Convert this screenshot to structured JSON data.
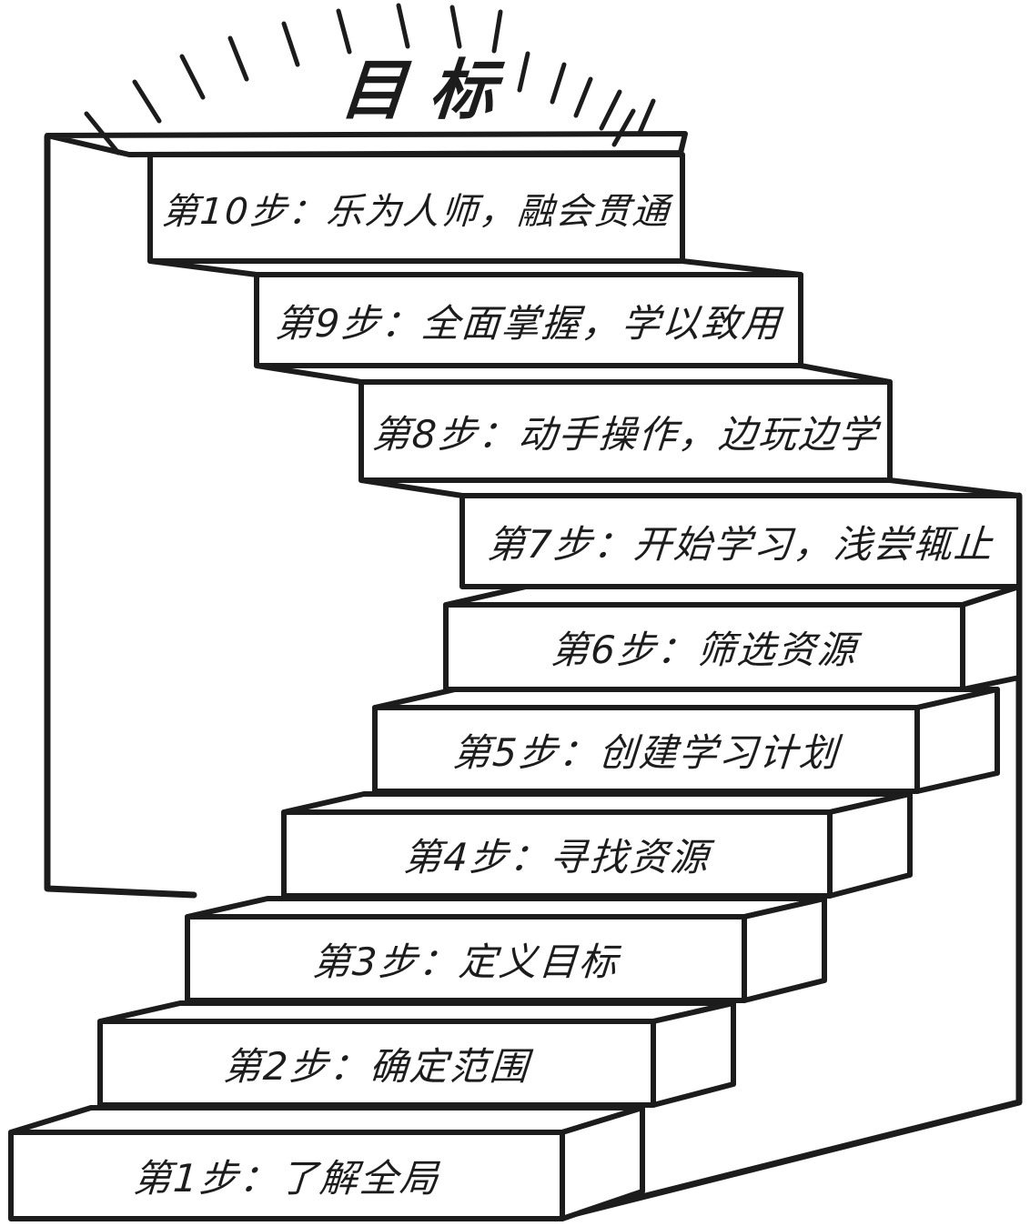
{
  "title": "目标",
  "steps": [
    {
      "id": 1,
      "label": "第1步：了解全局"
    },
    {
      "id": 2,
      "label": "第2步：确定范围"
    },
    {
      "id": 3,
      "label": "第3步：定义目标"
    },
    {
      "id": 4,
      "label": "第4步：寻找资源"
    },
    {
      "id": 5,
      "label": "第5步：创建学习计划"
    },
    {
      "id": 6,
      "label": "第6步：筛选资源"
    },
    {
      "id": 7,
      "label": "第7步：开始学习，浅尝辄止"
    },
    {
      "id": 8,
      "label": "第8步：动手操作，边玩边学"
    },
    {
      "id": 9,
      "label": "第9步：全面掌握，学以致用"
    },
    {
      "id": 10,
      "label": "第10步：乐为人师，融会贯通"
    }
  ],
  "icons": {
    "rays": "radiating-light-rays"
  },
  "colors": {
    "ink": "#1c1c1c",
    "paper": "#ffffff"
  }
}
